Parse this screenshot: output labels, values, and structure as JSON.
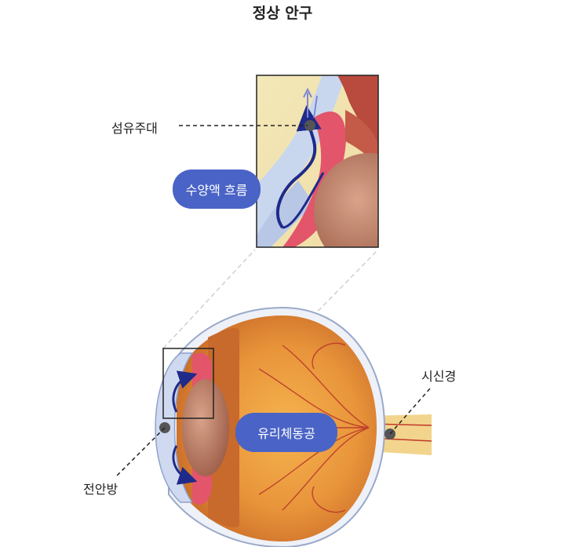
{
  "title": "정상 안구",
  "labels": {
    "trabecular": "섬유주대",
    "aqueous_flow": "수양액 흐름",
    "optic_nerve": "시신경",
    "vitreous": "유리체동공",
    "anterior_chamber": "전안방"
  },
  "colors": {
    "pill": "#4a63c6",
    "flow_arrow": "#1f2a8a",
    "iris": "#e2556b",
    "sclera_blue": "#c9d7ee",
    "eyeball_orange": "#e99a3a",
    "nerve": "#f2d48c"
  }
}
